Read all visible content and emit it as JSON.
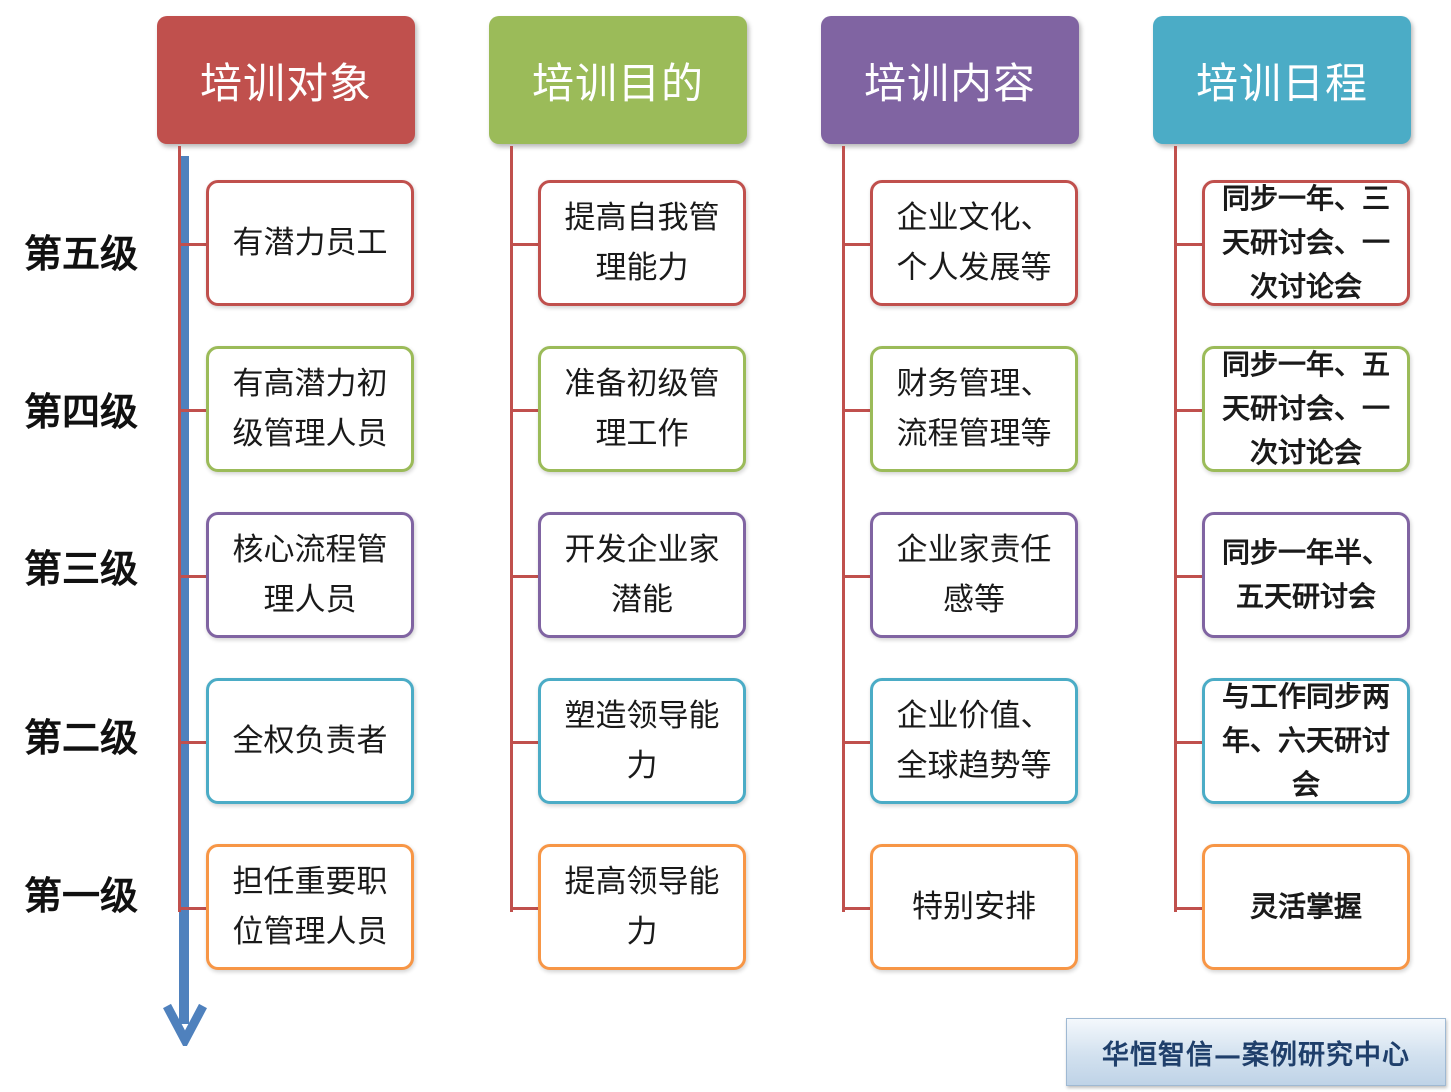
{
  "headers": [
    {
      "label": "培训对象",
      "color": "#c0504d"
    },
    {
      "label": "培训目的",
      "color": "#9bbb59"
    },
    {
      "label": "培训内容",
      "color": "#8064a2"
    },
    {
      "label": "培训日程",
      "color": "#4bacc6"
    }
  ],
  "levels": [
    "第五级",
    "第四级",
    "第三级",
    "第二级",
    "第一级"
  ],
  "box_colors": [
    "#c0504d",
    "#9bbb59",
    "#8064a2",
    "#4bacc6",
    "#f79646"
  ],
  "columns": [
    {
      "items": [
        "有潜力员工",
        "有高潜力初级管理人员",
        "核心流程管理人员",
        "全权负责者",
        "担任重要职位管理人员"
      ]
    },
    {
      "items": [
        "提高自我管理能力",
        "准备初级管理工作",
        "开发企业家潜能",
        "塑造领导能力",
        "提高领导能力"
      ]
    },
    {
      "items": [
        "企业文化、个人发展等",
        "财务管理、流程管理等",
        "企业家责任感等",
        "企业价值、全球趋势等",
        "特别安排"
      ]
    },
    {
      "items": [
        "同步一年、三天研讨会、一次讨论会",
        "同步一年、五天研讨会、一次讨论会",
        "同步一年半、五天研讨会",
        "与工作同步两年、六天研讨会",
        "灵活掌握"
      ]
    }
  ],
  "footer": {
    "text": "华恒智信—案例研究中心"
  }
}
